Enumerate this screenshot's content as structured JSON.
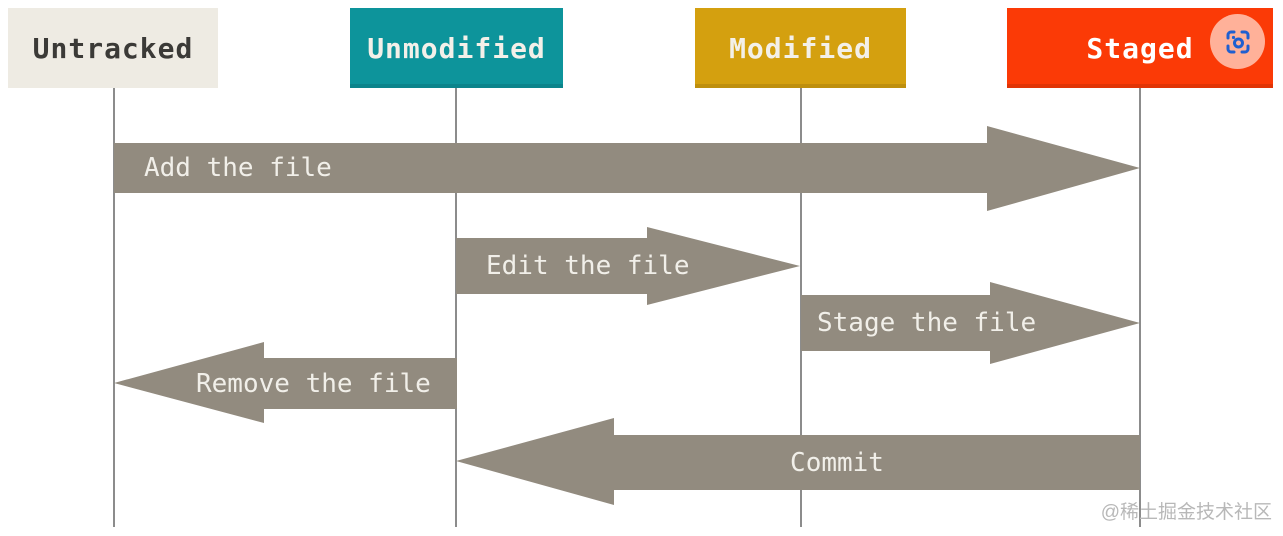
{
  "diagram": {
    "title_implicit": "git file status lifecycle",
    "states": [
      {
        "id": "untracked",
        "label": "Untracked",
        "bg": "#eeebe3",
        "fg": "#3b3a37"
      },
      {
        "id": "unmodified",
        "label": "Unmodified",
        "bg": "#0d949b",
        "fg": "#f3f0e9"
      },
      {
        "id": "modified",
        "label": "Modified",
        "bg": "#d4a00f",
        "fg": "#f3f0e9"
      },
      {
        "id": "staged",
        "label": "Staged",
        "bg": "#fb3a06",
        "fg": "#ffffff"
      }
    ],
    "transitions": [
      {
        "label": "Add the file",
        "from": "untracked",
        "to": "staged",
        "direction": "right"
      },
      {
        "label": "Edit the file",
        "from": "unmodified",
        "to": "modified",
        "direction": "right"
      },
      {
        "label": "Stage the file",
        "from": "modified",
        "to": "staged",
        "direction": "right"
      },
      {
        "label": "Remove the file",
        "from": "unmodified",
        "to": "untracked",
        "direction": "left"
      },
      {
        "label": "Commit",
        "from": "staged",
        "to": "unmodified",
        "direction": "left"
      }
    ],
    "colors": {
      "arrow": "#928b7f",
      "arrow_text": "#f1efe9",
      "lifeline": "#8c8c8c",
      "background": "#ffffff"
    }
  },
  "overlay": {
    "scan_button": {
      "icon": "image-scan-icon",
      "bg": "#ffb199",
      "fg": "#1f5fd0"
    }
  },
  "watermark": {
    "text": "@稀土掘金技术社区",
    "color": "#b8b8b8"
  }
}
